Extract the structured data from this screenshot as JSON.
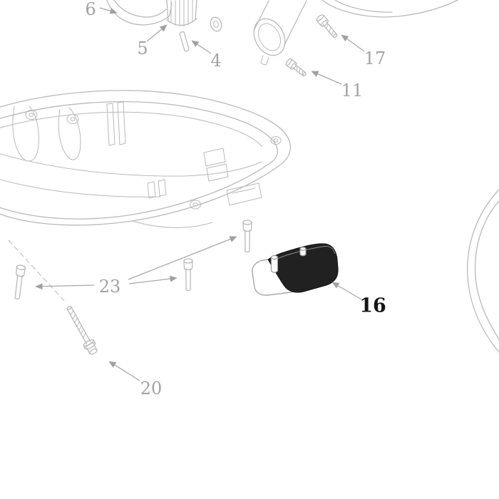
{
  "diagram": {
    "type": "exploded-parts-diagram",
    "callouts": {
      "c6": {
        "label": "6"
      },
      "c5": {
        "label": "5"
      },
      "c4": {
        "label": "4"
      },
      "c17": {
        "label": "17"
      },
      "c11": {
        "label": "11"
      },
      "c23": {
        "label": "23"
      },
      "c16": {
        "label": "16",
        "emphasized": true
      },
      "c20": {
        "label": "20"
      }
    }
  },
  "colors": {
    "background": "#ffffff",
    "line": "#b9b9b9",
    "label": "#a2a2a2",
    "label_strong": "#151515",
    "arrow": "#a8a8a8",
    "part_dark": "#212121"
  }
}
